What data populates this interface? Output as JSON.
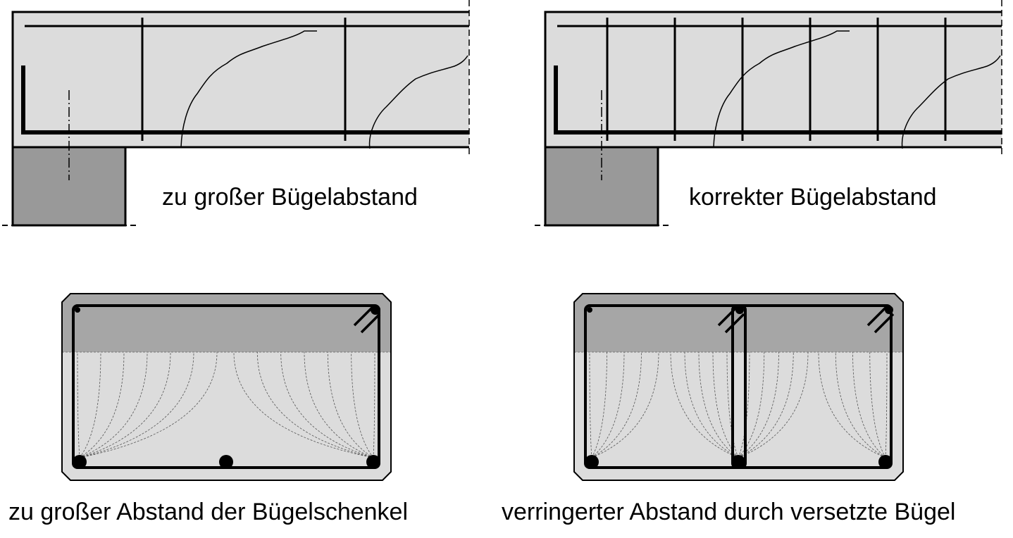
{
  "labels": {
    "beam_wrong": "zu großer Bügelabstand",
    "beam_correct": "korrekter Bügelabstand",
    "section_wrong": "zu großer Abstand der Bügelschenkel",
    "section_correct": "verringerter Abstand durch versetzte Bügel"
  },
  "colors": {
    "concrete": "#dcdcdc",
    "compression_zone": "#a6a6a6",
    "support": "#999999",
    "steel": "#000000"
  }
}
